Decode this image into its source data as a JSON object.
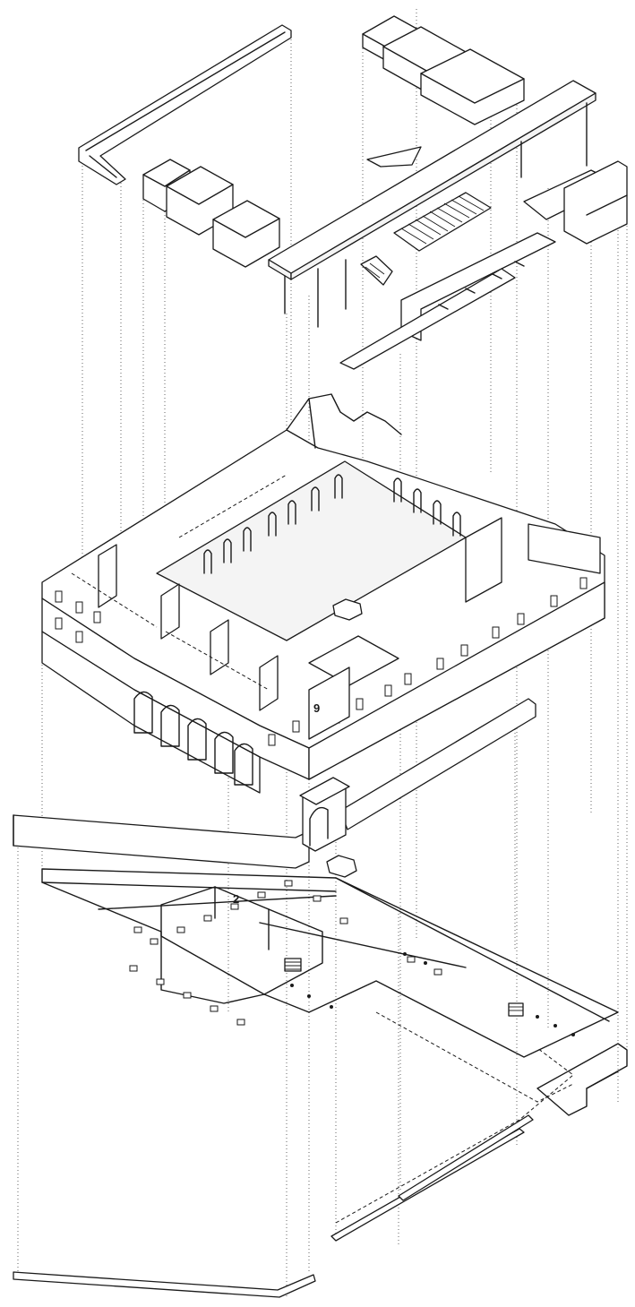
{
  "drawing": {
    "type": "exploded-axonometric-architectural-drawing",
    "ink_color": "#1a1a1a",
    "paper_color": "#ffffff"
  },
  "labels": {
    "upper_floor_room": "9",
    "ground_floor_room": "2"
  }
}
